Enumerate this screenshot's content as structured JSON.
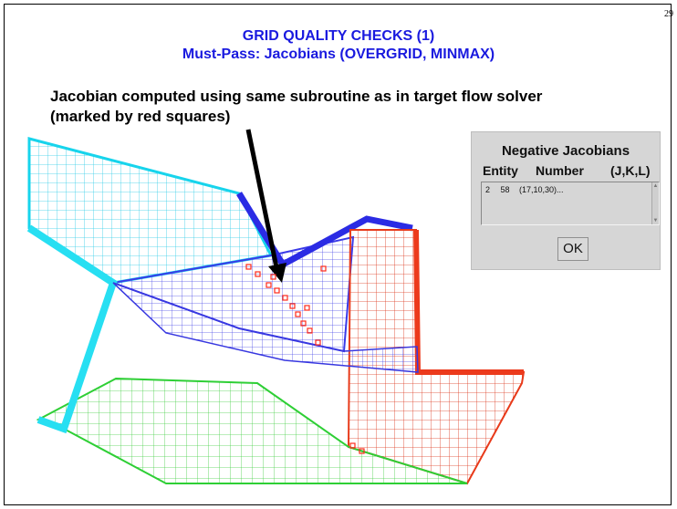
{
  "slide": {
    "page_number": "29",
    "title_line1": "GRID QUALITY CHECKS (1)",
    "title_line2": "Must-Pass: Jacobians (OVERGRID, MINMAX)",
    "subtitle_line1": "Jacobian computed using same subroutine as in target flow solver",
    "subtitle_line2": "(marked by red squares)"
  },
  "dialog": {
    "title": "Negative Jacobians",
    "col_entity": "Entity",
    "col_number": "Number",
    "col_jkl": "(J,K,L)",
    "row_entity": "2",
    "row_number": "58",
    "row_jkl": "(17,10,30)...",
    "ok_label": "OK"
  },
  "colors": {
    "title": "#1a1adf",
    "cyan_grid": "#22d4f0",
    "blue_grid": "#3a3ae8",
    "red_grid": "#e5331a",
    "green_grid": "#2ecf35",
    "dialog_bg": "#d6d6d6"
  }
}
